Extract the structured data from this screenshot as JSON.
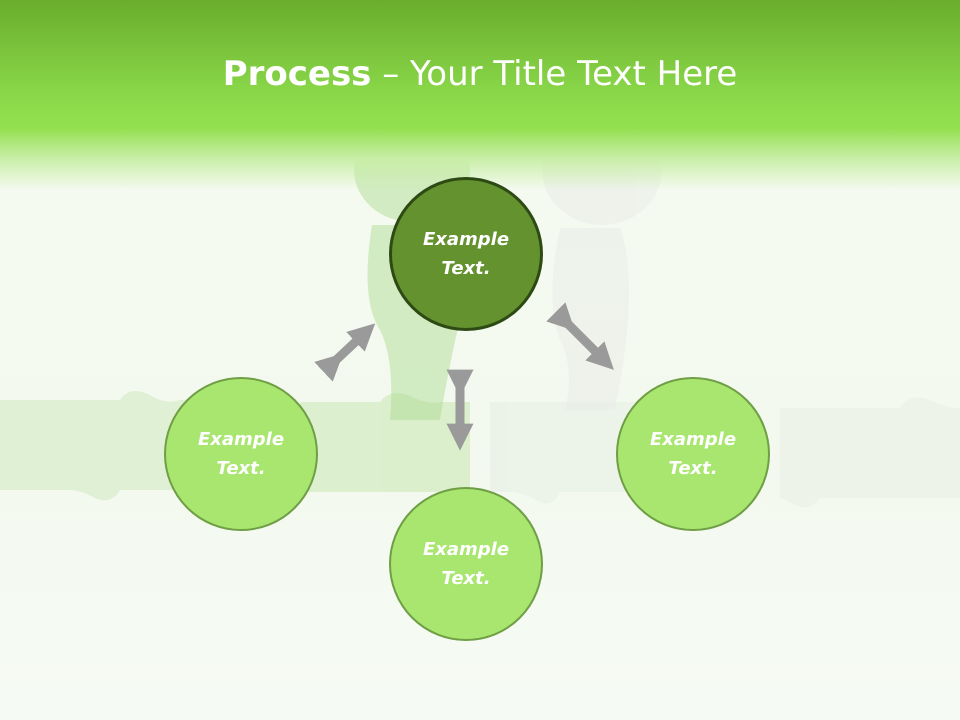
{
  "slide": {
    "title_bold": "Process",
    "title_rest": " – Your Title Text Here",
    "colors": {
      "header_green": "#8ad84a",
      "node_light": "#a9e670",
      "node_dark": "#63922f",
      "arrow_gray": "#9a9a9a"
    }
  },
  "nodes": [
    {
      "line1": "Example",
      "line2": "Text."
    },
    {
      "line1": "Example",
      "line2": "Text."
    },
    {
      "line1": "Example",
      "line2": "Text."
    },
    {
      "line1": "Example",
      "line2": "Text."
    }
  ]
}
